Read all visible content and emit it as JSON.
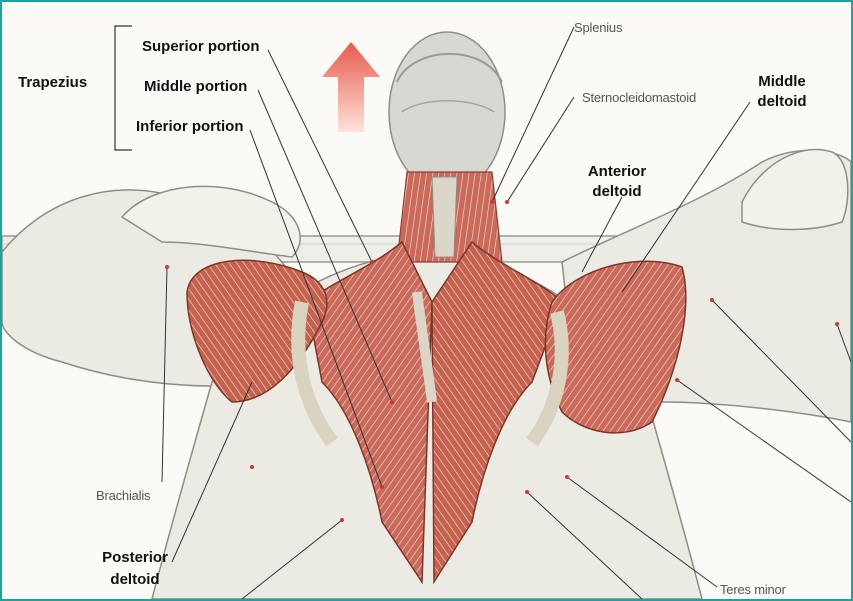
{
  "labels": {
    "trapezius": "Trapezius",
    "superior_portion": "Superior portion",
    "middle_portion": "Middle portion",
    "inferior_portion": "Inferior portion",
    "splenius": "Splenius",
    "sternocleidomastoid": "Sternocleidomastoid",
    "middle_deltoid_1": "Middle",
    "middle_deltoid_2": "deltoid",
    "anterior_deltoid_1": "Anterior",
    "anterior_deltoid_2": "deltoid",
    "brachialis": "Brachialis",
    "posterior_deltoid_1": "Posterior",
    "posterior_deltoid_2": "deltoid",
    "teres_minor": "Teres minor"
  },
  "colors": {
    "frame_border": "#1aa3a3",
    "muscle": "#c96a5a",
    "arrow": "#e8594a"
  }
}
